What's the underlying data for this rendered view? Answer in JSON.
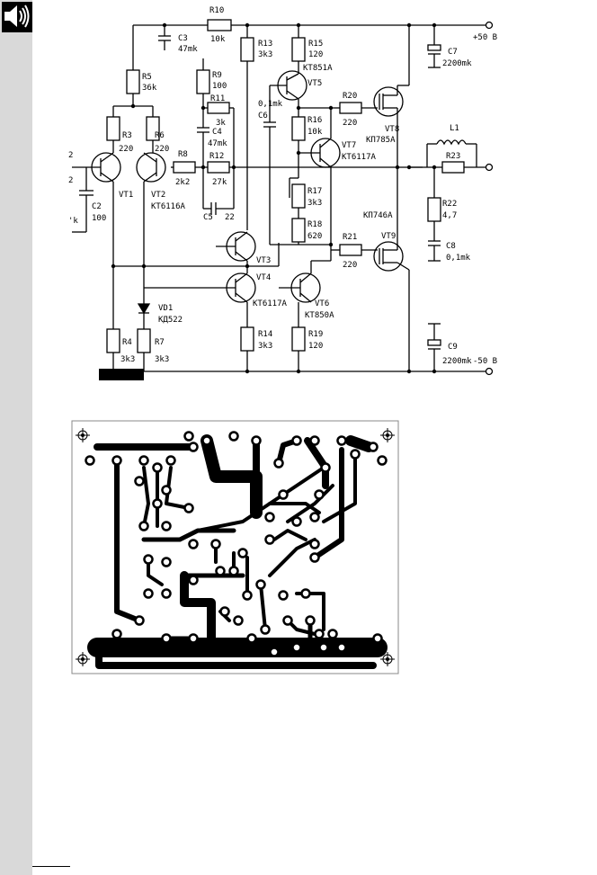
{
  "icons": {
    "speaker": "speaker-icon"
  },
  "schematic": {
    "rails": {
      "pos": "+50 B",
      "neg": "-50 B"
    },
    "components": [
      {
        "ref": "R10",
        "val": "10k"
      },
      {
        "ref": "C3",
        "val": "47mk"
      },
      {
        "ref": "R13",
        "val": "3k3"
      },
      {
        "ref": "R15",
        "val": "120"
      },
      {
        "ref": "C7",
        "val": "2200mk"
      },
      {
        "ref": "R5",
        "val": "36k"
      },
      {
        "ref": "R9",
        "val": "100"
      },
      {
        "ref": "KT851A"
      },
      {
        "ref": "VT5"
      },
      {
        "ref": "0,1mk"
      },
      {
        "ref": "R11",
        "val": "3k"
      },
      {
        "ref": "C6"
      },
      {
        "ref": "R20",
        "val": "220"
      },
      {
        "ref": "VT8",
        "val": "KП785A"
      },
      {
        "ref": "R3",
        "val": "220"
      },
      {
        "ref": "R6",
        "val": "220"
      },
      {
        "ref": "C4",
        "val": "47mk"
      },
      {
        "ref": "R16",
        "val": "10k"
      },
      {
        "ref": "VT7",
        "val": "KT6117A"
      },
      {
        "ref": "L1"
      },
      {
        "ref": "R8",
        "val": "2k2"
      },
      {
        "ref": "R12",
        "val": "27k"
      },
      {
        "ref": "R23"
      },
      {
        "ref": "VT1"
      },
      {
        "ref": "VT2",
        "val": "KT6116A"
      },
      {
        "ref": "C2",
        "val": "100"
      },
      {
        "ref": "R17",
        "val": "3k3"
      },
      {
        "ref": "C5",
        "val": "22"
      },
      {
        "ref": "R22",
        "val": "4,7"
      },
      {
        "ref": "KП746A"
      },
      {
        "ref": "R18",
        "val": "620"
      },
      {
        "ref": "R21",
        "val": "220"
      },
      {
        "ref": "VT9"
      },
      {
        "ref": "C8",
        "val": "0,1mk"
      },
      {
        "ref": "VT3"
      },
      {
        "ref": "VT4",
        "val": "KT6117A"
      },
      {
        "ref": "VT6",
        "val": "KT850A"
      },
      {
        "ref": "VD1",
        "val": "KД522"
      },
      {
        "ref": "R4",
        "val": "3k3"
      },
      {
        "ref": "R7",
        "val": "3k3"
      },
      {
        "ref": "R14",
        "val": "3k3"
      },
      {
        "ref": "R19",
        "val": "120"
      },
      {
        "ref": "C9",
        "val": "2200mk"
      },
      {
        "ref": "2"
      },
      {
        "ref": "2"
      },
      {
        "ref": "'k"
      }
    ]
  }
}
